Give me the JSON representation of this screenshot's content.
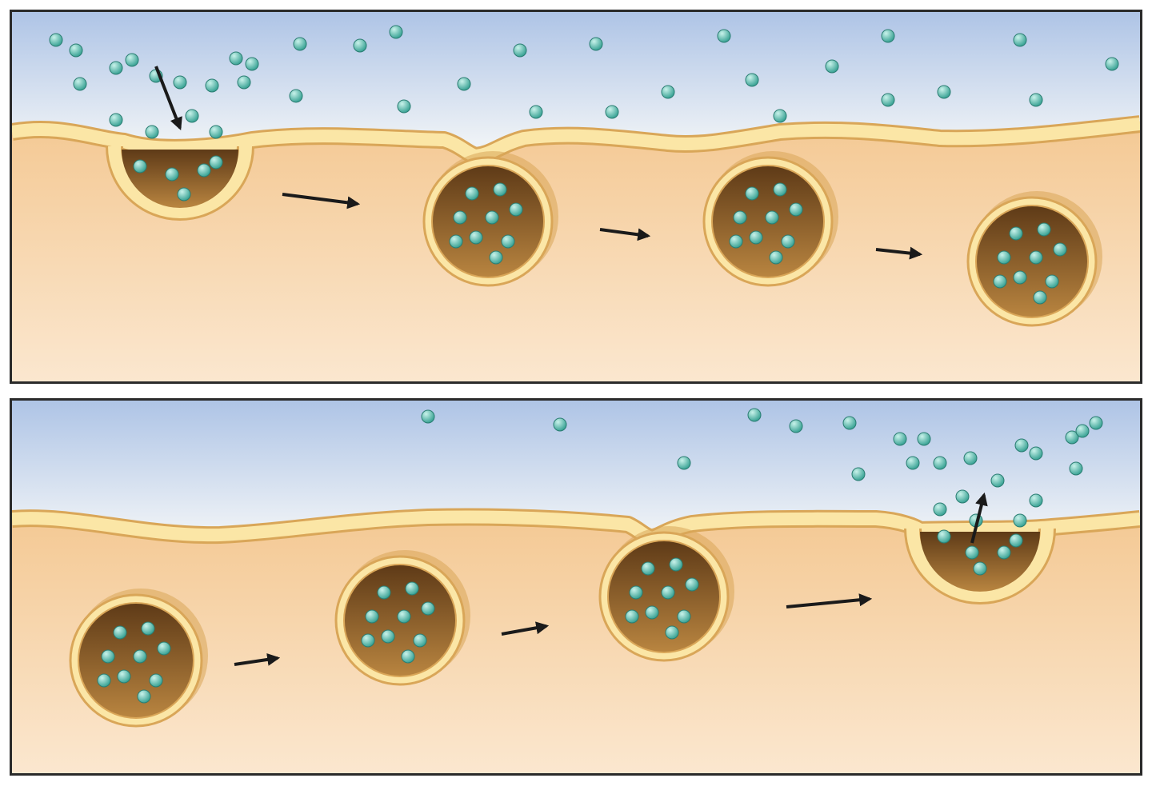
{
  "colors": {
    "extracellular_top": "#aec4e6",
    "extracellular_bottom": "#eef2f6",
    "cytoplasm_top": "#f4c994",
    "cytoplasm_bottom": "#fbe7cf",
    "membrane_fill": "#fbe6a6",
    "membrane_edge": "#d9a658",
    "vesicle_dark": "#5e3a17",
    "vesicle_light": "#b98540",
    "particle": "#3aa395",
    "particle_highlight": "#c8f2ea",
    "arrow": "#1a1a1a"
  },
  "panels": [
    {
      "name": "endocytosis-panel",
      "process": "endocytosis",
      "stages": [
        "membrane-invagination",
        "vesicle-pinching-off",
        "vesicle-internalized",
        "vesicle-in-cytoplasm"
      ],
      "direction_arrows": 3
    },
    {
      "name": "exocytosis-panel",
      "process": "exocytosis",
      "stages": [
        "vesicle-in-cytoplasm",
        "vesicle-approaching-membrane",
        "vesicle-fusing",
        "contents-released"
      ],
      "direction_arrows": 3
    }
  ]
}
